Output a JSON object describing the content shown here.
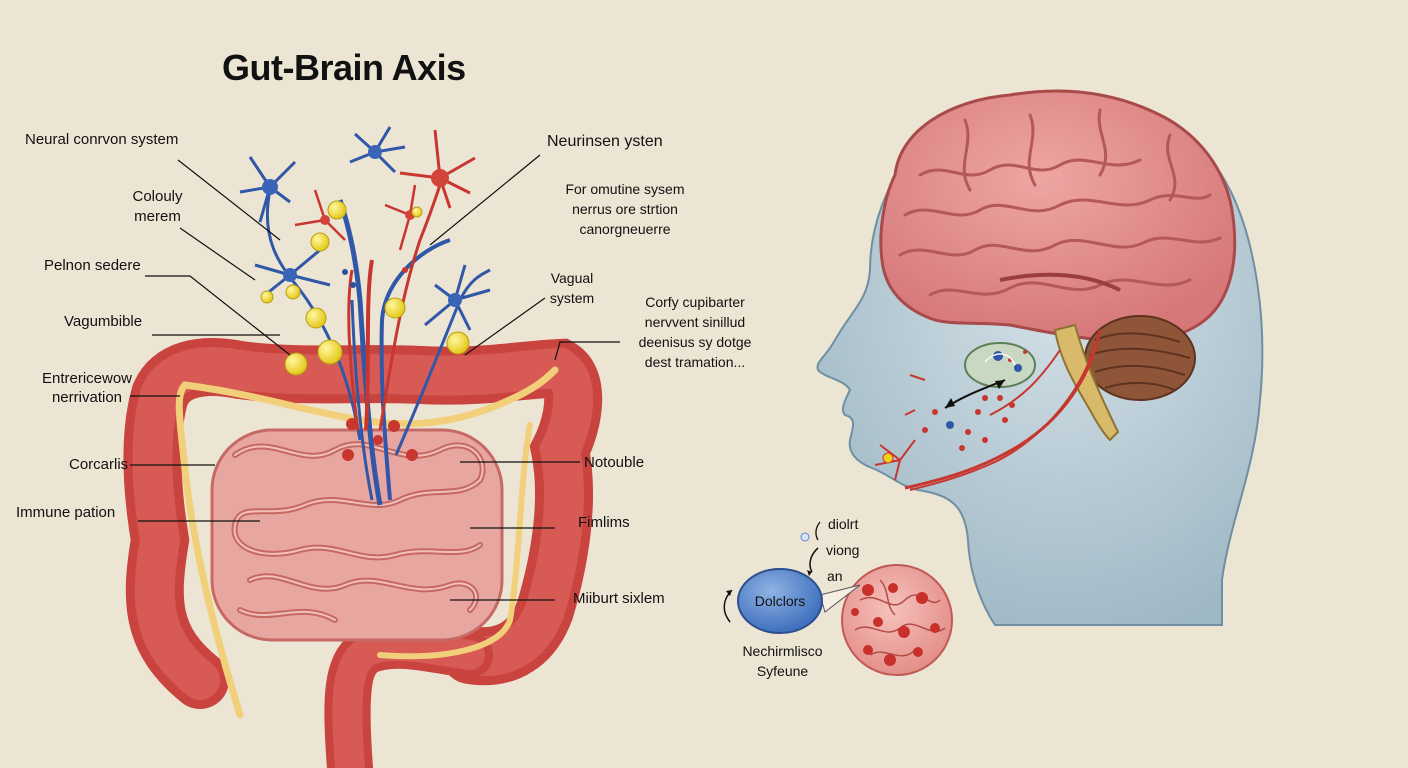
{
  "title": "Gut-Brain Axis",
  "labels": {
    "neural_system": "Neural conrvon system",
    "colouly": [
      "Colouly",
      "merem"
    ],
    "pelnon": "Pelnon sedere",
    "vagumbible": "Vagumbible",
    "enteric": [
      "Entrericewow",
      "nerrivation"
    ],
    "corcarlis": "Corcarlis",
    "immune": "Immune pation",
    "neurinsen": "Neurinsen ysten",
    "for_omutine": [
      "For omutine sysem",
      "nerrus ore strtion",
      "canorgneuerre"
    ],
    "vagual": [
      "Vagual",
      "system"
    ],
    "corfy": [
      "Corfy cupibarter",
      "nervvent sinillud",
      "deenisus sy dotge",
      "dest tramation..."
    ],
    "notouble": "Notouble",
    "fimlims": "Fimlims",
    "miiburt": "Miiburt sixlem",
    "diolrt": "diolrt",
    "viong": "viong",
    "an": "an",
    "dolclors": "Dolclors",
    "nechirmlisco": [
      "Nechirmlisco",
      "Syfeune"
    ]
  },
  "colors": {
    "background": "#ede5d4",
    "intestine": "#c9433f",
    "small_intestine": "#e49c97",
    "nerve_band": "#f2cf7a",
    "neuron_blue": "#3057a8",
    "neuron_red": "#c8372f",
    "brain": "#e28888",
    "head": "#b9ccd6",
    "cerebellum": "#8f5538",
    "bubble": "#5d86c9"
  }
}
